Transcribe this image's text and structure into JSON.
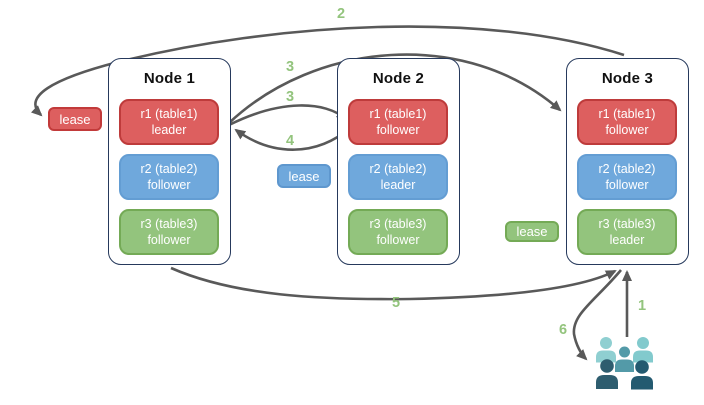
{
  "diagram": {
    "nodes": [
      {
        "title": "Node 1",
        "replicas": [
          {
            "id": "r1 (table1)",
            "role": "leader",
            "color": "red"
          },
          {
            "id": "r2 (table2)",
            "role": "follower",
            "color": "blue"
          },
          {
            "id": "r3 (table3)",
            "role": "follower",
            "color": "green"
          }
        ]
      },
      {
        "title": "Node 2",
        "replicas": [
          {
            "id": "r1 (table1)",
            "role": "follower",
            "color": "red"
          },
          {
            "id": "r2 (table2)",
            "role": "leader",
            "color": "blue"
          },
          {
            "id": "r3 (table3)",
            "role": "follower",
            "color": "green"
          }
        ]
      },
      {
        "title": "Node 3",
        "replicas": [
          {
            "id": "r1 (table1)",
            "role": "follower",
            "color": "red"
          },
          {
            "id": "r2 (table2)",
            "role": "follower",
            "color": "blue"
          },
          {
            "id": "r3 (table3)",
            "role": "leader",
            "color": "green"
          }
        ]
      }
    ],
    "leases": [
      {
        "label": "lease",
        "color": "red"
      },
      {
        "label": "lease",
        "color": "blue"
      },
      {
        "label": "lease",
        "color": "green"
      }
    ],
    "steps": {
      "s1": "1",
      "s2": "2",
      "s3a": "3",
      "s3b": "3",
      "s4": "4",
      "s5": "5",
      "s6": "6"
    },
    "icons": {
      "users": "users-group-icon"
    },
    "colors": {
      "replica_red": "#DD5F5F",
      "replica_red_border": "#BE3B3B",
      "replica_blue": "#6FA8DC",
      "replica_green": "#93C47D",
      "replica_green_border": "#74AA56",
      "node_border": "#26395C",
      "arrow_gray": "#595959",
      "step_label_green": "#93C47D",
      "users_light_teal": "#8FCFD1",
      "users_medium_teal": "#539AA8",
      "users_dark_slate": "#2B5B6E"
    }
  }
}
